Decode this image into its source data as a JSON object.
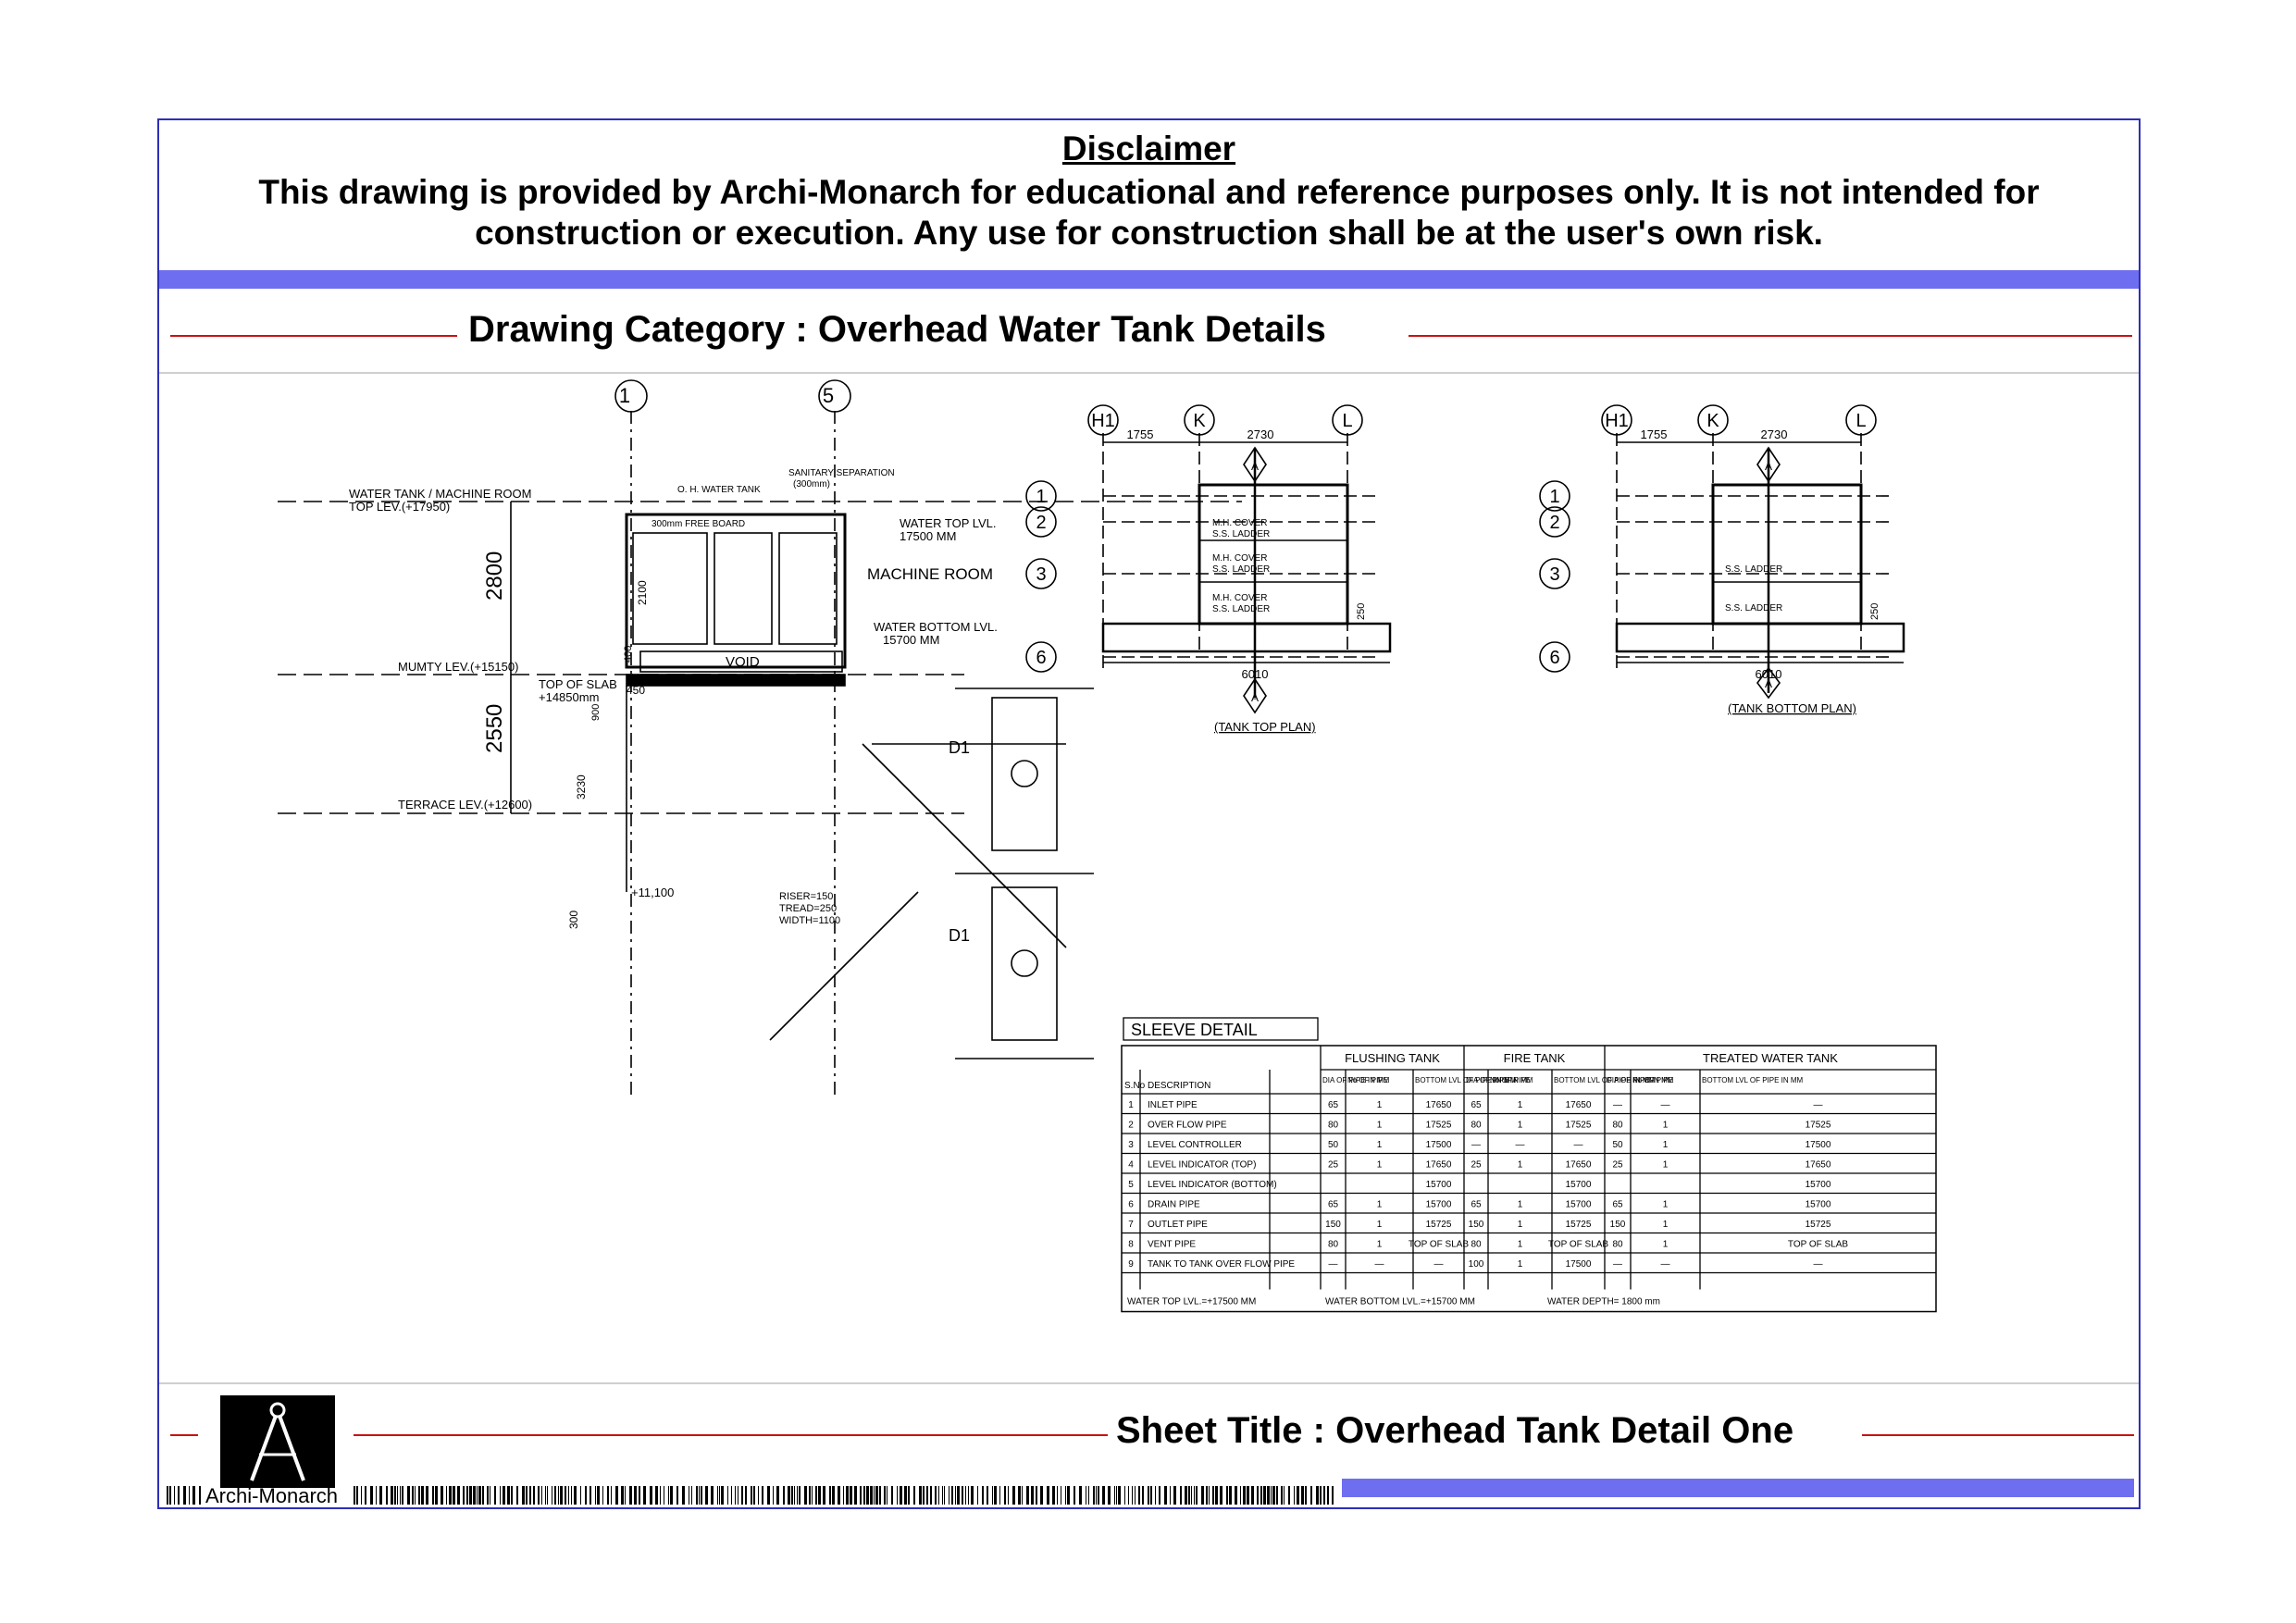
{
  "disclaimer": {
    "title": "Disclaimer",
    "line1": "This drawing is provided by Archi-Monarch for educational and reference purposes only. It is not intended for",
    "line2": "construction or execution. Any use for construction shall be at the user's own risk."
  },
  "category": {
    "title": "Drawing Category : Overhead Water Tank Details"
  },
  "section": {
    "grid_top": [
      "1",
      "5"
    ],
    "levels": {
      "top": "WATER TANK / MACHINE ROOM",
      "top_sub": "TOP LEV.(+17950)",
      "mumty": "MUMTY LEV.(+15150)",
      "terrace": "TERRACE LEV.(+12600)",
      "slab": "TOP OF SLAB",
      "slab_sub": "+14850mm",
      "landing": "+11,100"
    },
    "dims": {
      "d2800": "2800",
      "d2550": "2550",
      "d2100": "2100",
      "d3230": "3230",
      "d300": "300",
      "d450": "450",
      "d400": "400",
      "d900": "900"
    },
    "labels": {
      "oh_tank": "O. H. WATER TANK",
      "sanitary": "SANITARY SEPARATION",
      "sanitary_sub": "(300mm)",
      "free_board": "300mm FREE BOARD",
      "water_top": "WATER TOP LVL.",
      "water_top_val": "17500 MM",
      "machine_room": "MACHINE ROOM",
      "water_bottom": "WATER BOTTOM LVL.",
      "water_bottom_val": "15700 MM",
      "void": "VOID",
      "door1": "D1",
      "door2": "D1",
      "riser": "RISER=150",
      "tread": "TREAD=250",
      "width": "WIDTH=1100"
    }
  },
  "plan_top": {
    "grid_cols": [
      "H1",
      "K",
      "L"
    ],
    "grid_rows": [
      "1",
      "2",
      "3",
      "6"
    ],
    "dims": [
      "1755",
      "2730",
      "6010",
      "250"
    ],
    "section_mark": "A",
    "labels": [
      "M.H. COVER",
      "S.S. LADDER",
      "M.H. COVER",
      "S.S. LADDER",
      "M.H. COVER",
      "S.S. LADDER"
    ],
    "caption": "(TANK TOP PLAN)"
  },
  "plan_bottom": {
    "grid_cols": [
      "H1",
      "K",
      "L"
    ],
    "grid_rows": [
      "1",
      "2",
      "3",
      "6"
    ],
    "dims": [
      "1755",
      "2730",
      "6010",
      "250"
    ],
    "section_mark": "A",
    "labels": [
      "S.S. LADDER",
      "S.S. LADDER"
    ],
    "caption": "(TANK BOTTOM PLAN)"
  },
  "sleeve": {
    "title": "SLEEVE DETAIL",
    "groups": [
      "FLUSHING TANK",
      "FIRE TANK",
      "TREATED WATER TANK"
    ],
    "col_sno": "S.No",
    "col_desc": "DESCRIPTION",
    "sub_headers": [
      "DIA OF PIPE IN MM",
      "No OF PIPE",
      "BOTTOM LVL OF PIPE IN MM"
    ],
    "rows": [
      [
        "1",
        "INLET PIPE",
        "65",
        "1",
        "17650",
        "65",
        "1",
        "17650",
        "—",
        "—",
        "—"
      ],
      [
        "2",
        "OVER FLOW PIPE",
        "80",
        "1",
        "17525",
        "80",
        "1",
        "17525",
        "80",
        "1",
        "17525"
      ],
      [
        "3",
        "LEVEL CONTROLLER",
        "50",
        "1",
        "17500",
        "—",
        "—",
        "—",
        "50",
        "1",
        "17500"
      ],
      [
        "4",
        "LEVEL INDICATOR (TOP)",
        "25",
        "1",
        "17650",
        "25",
        "1",
        "17650",
        "25",
        "1",
        "17650"
      ],
      [
        "5",
        "LEVEL INDICATOR (BOTTOM)",
        "",
        "",
        "15700",
        "",
        "",
        "15700",
        "",
        "",
        "15700"
      ],
      [
        "6",
        "DRAIN PIPE",
        "65",
        "1",
        "15700",
        "65",
        "1",
        "15700",
        "65",
        "1",
        "15700"
      ],
      [
        "7",
        "OUTLET PIPE",
        "150",
        "1",
        "15725",
        "150",
        "1",
        "15725",
        "150",
        "1",
        "15725"
      ],
      [
        "8",
        "VENT PIPE",
        "80",
        "1",
        "TOP OF SLAB",
        "80",
        "1",
        "TOP OF SLAB",
        "80",
        "1",
        "TOP OF SLAB"
      ],
      [
        "9",
        "TANK TO TANK OVER FLOW PIPE",
        "—",
        "—",
        "—",
        "100",
        "1",
        "17500",
        "—",
        "—",
        "—"
      ]
    ],
    "footer": [
      "WATER TOP LVL.=+17500 MM",
      "WATER BOTTOM LVL.=+15700 MM",
      "WATER DEPTH= 1800 mm"
    ]
  },
  "footer": {
    "sheet_title": "Sheet Title : Overhead Tank Detail One",
    "brand": "Archi-Monarch"
  },
  "colors": {
    "frame": "#2e2eb8",
    "band": "#6e6ef0",
    "rule": "#cc1111"
  }
}
